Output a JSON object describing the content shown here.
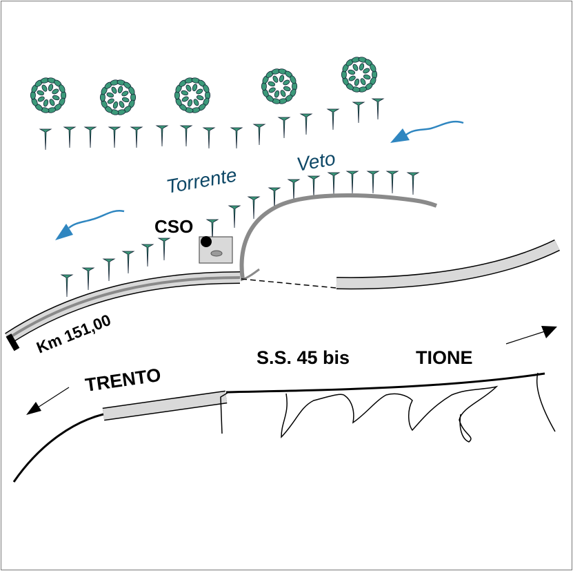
{
  "labels": {
    "torrente": "Torrente",
    "veto": "Veto",
    "cso": "CSO",
    "km": "Km 151,00",
    "trento": "TRENTO",
    "road": "S.S. 45 bis",
    "tione": "TIONE"
  },
  "colors": {
    "tree": "#3c9a7a",
    "stroke": "#000000",
    "road_fill": "#d9d9d9",
    "stream": "#888888",
    "flow_arrow": "#2f86c0",
    "text_river": "#0d4766"
  },
  "icons": [
    "tree-icon",
    "shrub-icon",
    "flow-arrow-icon",
    "direction-arrow-icon",
    "station-point-icon"
  ]
}
